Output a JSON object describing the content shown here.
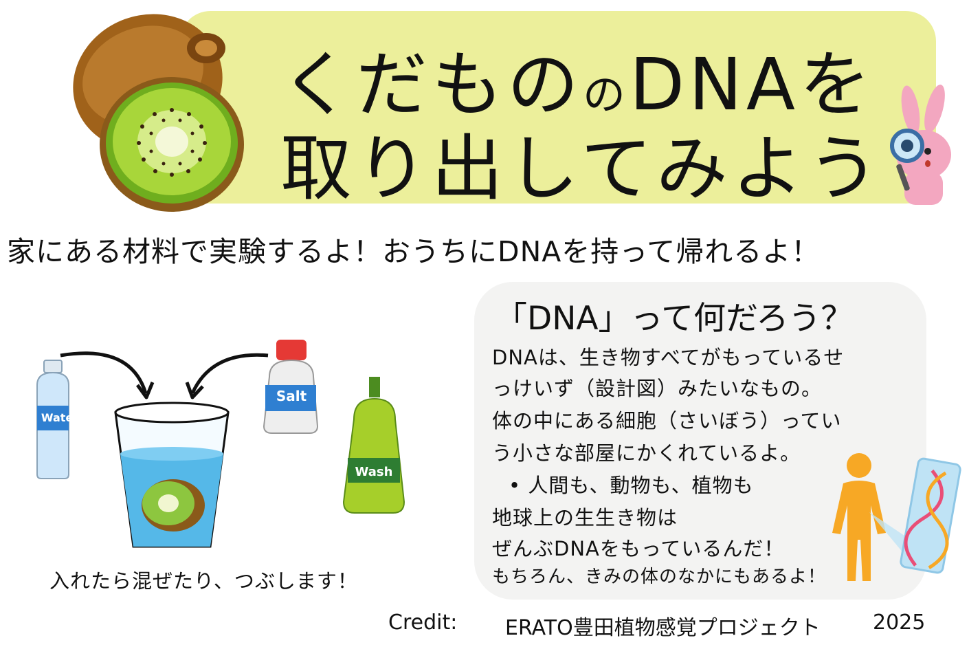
{
  "title": {
    "line1_main": "くだもの",
    "line1_small": "の",
    "line1_end": "DNAを",
    "line2": "取り出してみよう"
  },
  "subtitle": "家にある材料で実験するよ！おうちにDNAを持って帰れるよ！",
  "illustration": {
    "water_label": "Water",
    "salt_label": "Salt",
    "wash_label": "Wash",
    "caption": "入れたら混ぜたり、つぶします！"
  },
  "info": {
    "heading": "「DNA」って何だろう？",
    "lines": [
      "DNAは、生き物すべてがもっているせ",
      "っけいず（設計図）みたいなもの。",
      "体の中にある細胞（さいぼう）ってい",
      "う小さな部屋にかくれているよ。",
      "•  人間も、動物も、植物も",
      "地球上の生生き物は",
      "ぜんぶDNAをもっているんだ！",
      "もちろん、きみの体のなかにもあるよ！"
    ]
  },
  "credit": {
    "label": "Credit:",
    "org": "ERATO豊田植物感覚プロジェクト",
    "year": "2025"
  },
  "colors": {
    "banner": "#ecef9b",
    "info_box": "#f3f3f2",
    "water_blue": "#55b8e8",
    "kiwi_green": "#8dc63f",
    "wash_green": "#a6cf2a",
    "salt_cap": "#e53935",
    "human_orange": "#f7a825"
  }
}
